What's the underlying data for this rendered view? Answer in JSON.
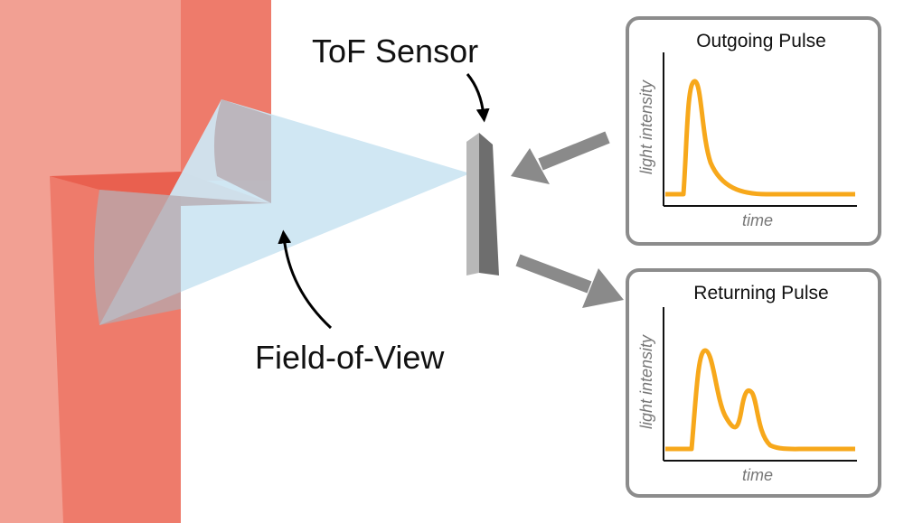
{
  "labels": {
    "sensor": "ToF Sensor",
    "field_of_view": "Field-of-View"
  },
  "panels": {
    "outgoing": {
      "title": "Outgoing Pulse",
      "ylabel": "light intensity",
      "xlabel": "time"
    },
    "returning": {
      "title": "Returning Pulse",
      "ylabel": "light intensity",
      "xlabel": "time"
    }
  },
  "colors": {
    "wall_light": "#f2a093",
    "wall_mid": "#ee7b6b",
    "wall_dark": "#e9604f",
    "field_of_view": "#cde6f2",
    "sensor_front": "#b8b8b8",
    "sensor_side": "#6e6e6e",
    "pulse": "#f7a81b",
    "arrow_gray": "#8a8a8a",
    "panel_border": "#8c8c8c"
  }
}
